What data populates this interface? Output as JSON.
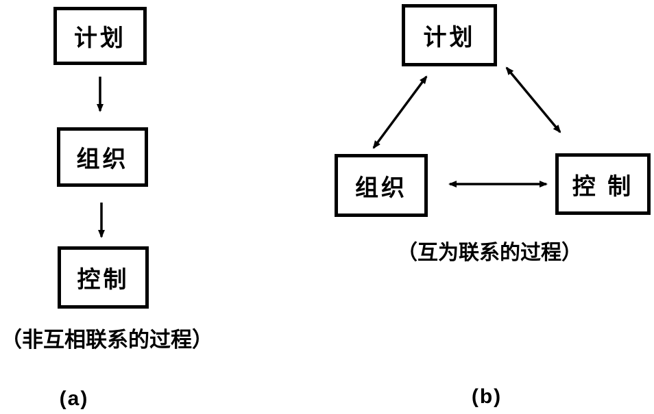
{
  "diagram": {
    "background": "#ffffff",
    "ink_color": "#000000",
    "panel_a": {
      "boxes": [
        {
          "label": "计划"
        },
        {
          "label": "组织"
        },
        {
          "label": "控制"
        }
      ],
      "caption": "（非互相联系的过程）",
      "figure_label": "(a)"
    },
    "panel_b": {
      "boxes": [
        {
          "label": "计划"
        },
        {
          "label": "组织"
        },
        {
          "label": "控 制"
        }
      ],
      "caption": "（互为联系的过程）",
      "figure_label": "(b)"
    }
  }
}
